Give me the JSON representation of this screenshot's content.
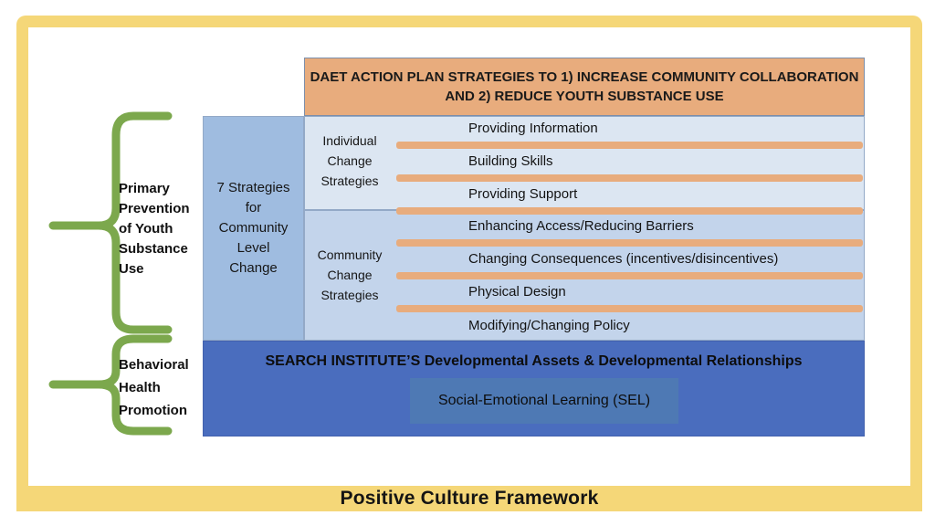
{
  "footer": {
    "title": "Positive Culture Framework"
  },
  "header": {
    "line1": "DAET ACTION PLAN STRATEGIES TO 1) INCREASE COMMUNITY COLLABORATION",
    "line2": "AND 2) REDUCE YOUTH SUBSTANCE USE"
  },
  "left_labels": {
    "primary": "Primary Prevention of Youth Substance Use",
    "behavioral": "Behavioral Health Promotion"
  },
  "strategies_box": {
    "label": "7 Strategies for Community Level Change"
  },
  "individual": {
    "label": "Individual Change Strategies",
    "items": [
      "Providing Information",
      "Building Skills",
      "Providing Support"
    ]
  },
  "community": {
    "label": "Community Change Strategies",
    "items": [
      "Enhancing Access/Reducing Barriers",
      "Changing Consequences (incentives/disincentives)",
      "Physical Design",
      "Modifying/Changing Policy"
    ]
  },
  "foundation": {
    "title": "SEARCH INSTITUTE’S Developmental Assets & Developmental Relationships",
    "sel_label": "Social-Emotional Learning (SEL)"
  },
  "colors": {
    "frame_yellow": "#F5D778",
    "brace_green": "#7CA84D",
    "orange": "#E8AC7D",
    "individual_bg": "#DCE6F2",
    "community_bg": "#C3D4EB",
    "strategies_bg": "#9FBCE0",
    "foundation_blue": "#4A6DBE",
    "sel_blue": "#4E79B4"
  }
}
